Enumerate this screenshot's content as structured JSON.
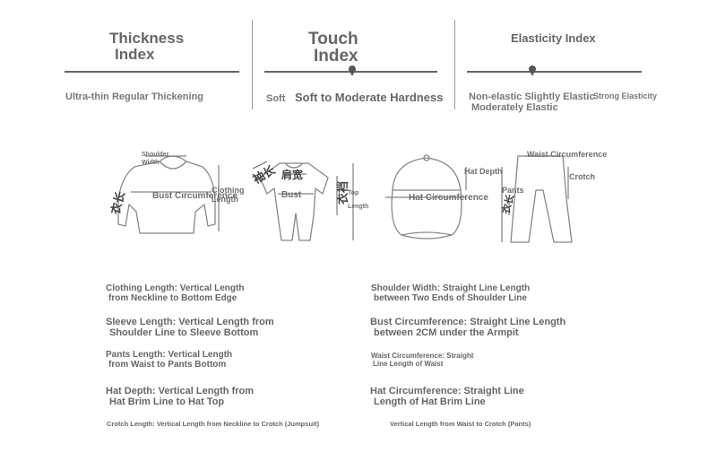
{
  "indexes": [
    {
      "title_line1": "Thickness",
      "title_line2": "Index",
      "options": "Ultra-thin Regular Thickening"
    },
    {
      "title_line1": "Touch",
      "title_line2": "Index",
      "option_left": "Soft",
      "option_main": "Soft to Moderate Hardness"
    },
    {
      "title_line1": "Elasticity Index",
      "option_a": "Non-elastic Slightly Elastic",
      "option_b": "Strong Elasticity",
      "option_c": "Moderately Elastic"
    }
  ],
  "figure_labels": {
    "shoulder_width": "Shoulder Width",
    "sleeve_length_cn": "袖长",
    "sleeve_length_cn2": "衣长",
    "bust_circumference": "Bust Circumference",
    "clothing_length": "Clothing Length",
    "shoulder_width_cn": "肩宽",
    "bust": "Bust",
    "crotch_cn": "衣裆",
    "top": "Top",
    "length": "Length",
    "hat_depth": "Hat Depth",
    "hat_circumference": "Hat Circumference",
    "waist_circumference": "Waist Circumference",
    "crotch": "Crotch",
    "pants": "Pants",
    "pants_cn": "衣长"
  },
  "definitions": {
    "clothing_length": {
      "l1": "Clothing Length: Vertical Length",
      "l2": "from Neckline to Bottom Edge"
    },
    "shoulder_width": {
      "l1": "Shoulder Width: Straight Line Length",
      "l2": "between Two Ends of Shoulder Line"
    },
    "sleeve_length": {
      "l1": "Sleeve Length: Vertical Length from",
      "l2": "Shoulder Line to Sleeve Bottom"
    },
    "bust_circumference": {
      "l1": "Bust Circumference: Straight Line Length",
      "l2": "between 2CM under the Armpit"
    },
    "pants_length": {
      "l1": "Pants Length: Vertical Length",
      "l2": "from Waist to Pants Bottom"
    },
    "waist_circumference": {
      "l1": "Waist Circumference: Straight",
      "l2": "Line Length of Waist"
    },
    "hat_depth": {
      "l1": "Hat Depth: Vertical Length from",
      "l2": "Hat Brim Line to Hat Top"
    },
    "hat_circumference": {
      "l1": "Hat Circumference: Straight Line",
      "l2": "Length of Hat Brim Line"
    },
    "crotch_length_jumpsuit": "Crotch Length: Vertical Length from Neckline to Crotch (Jumpsuit)",
    "crotch_length_pants": "Vertical Length from Waist to Crotch (Pants)"
  },
  "colors": {
    "text": "#666666",
    "line": "#666666",
    "figure": "#888888"
  }
}
